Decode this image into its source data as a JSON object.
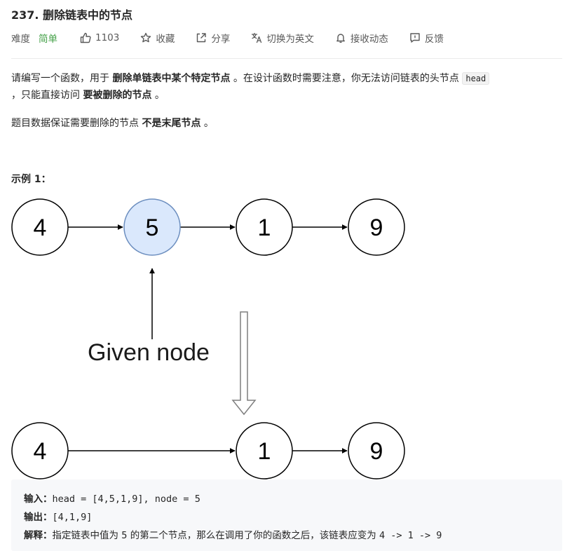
{
  "problem": {
    "title": "237. 删除链表中的节点",
    "difficulty_label": "难度",
    "difficulty": "简单",
    "likes": "1103",
    "favorite": "收藏",
    "share": "分享",
    "switch_lang": "切换为英文",
    "subscribe": "接收动态",
    "feedback": "反馈"
  },
  "description": {
    "p1_a": "请编写一个函数，用于 ",
    "p1_b": "删除单链表中某个特定节点",
    "p1_c": " 。在设计函数时需要注意，你无法访问链表的头节点 ",
    "p1_code": "head",
    "p1_d": "，只能直接访问 ",
    "p1_e": "要被删除的节点",
    "p1_f": " 。",
    "p2_a": "题目数据保证需要删除的节点 ",
    "p2_b": "不是末尾节点",
    "p2_c": " 。"
  },
  "example": {
    "title": "示例 1：",
    "top_nodes": [
      "4",
      "5",
      "1",
      "9"
    ],
    "given_label": "Given node",
    "bottom_nodes": [
      "4",
      "1",
      "9"
    ],
    "input_label": "输入：",
    "input_value": "head = [4,5,1,9], node = 5",
    "output_label": "输出：",
    "output_value": "[4,1,9]",
    "explain_label": "解释：",
    "explain_a": "指定链表中值为 ",
    "explain_b": "5",
    "explain_c": " 的第二个节点，那么在调用了你的函数之后，该链表应变为 ",
    "explain_d": "4 -> 1 -> 9"
  },
  "colors": {
    "difficulty_easy": "#43a047",
    "highlight_node_fill": "#dae8fc",
    "highlight_node_stroke": "#6c8ebf"
  },
  "icons": [
    "thumbs-up-icon",
    "star-icon",
    "share-icon",
    "translate-icon",
    "bell-icon",
    "feedback-icon"
  ]
}
